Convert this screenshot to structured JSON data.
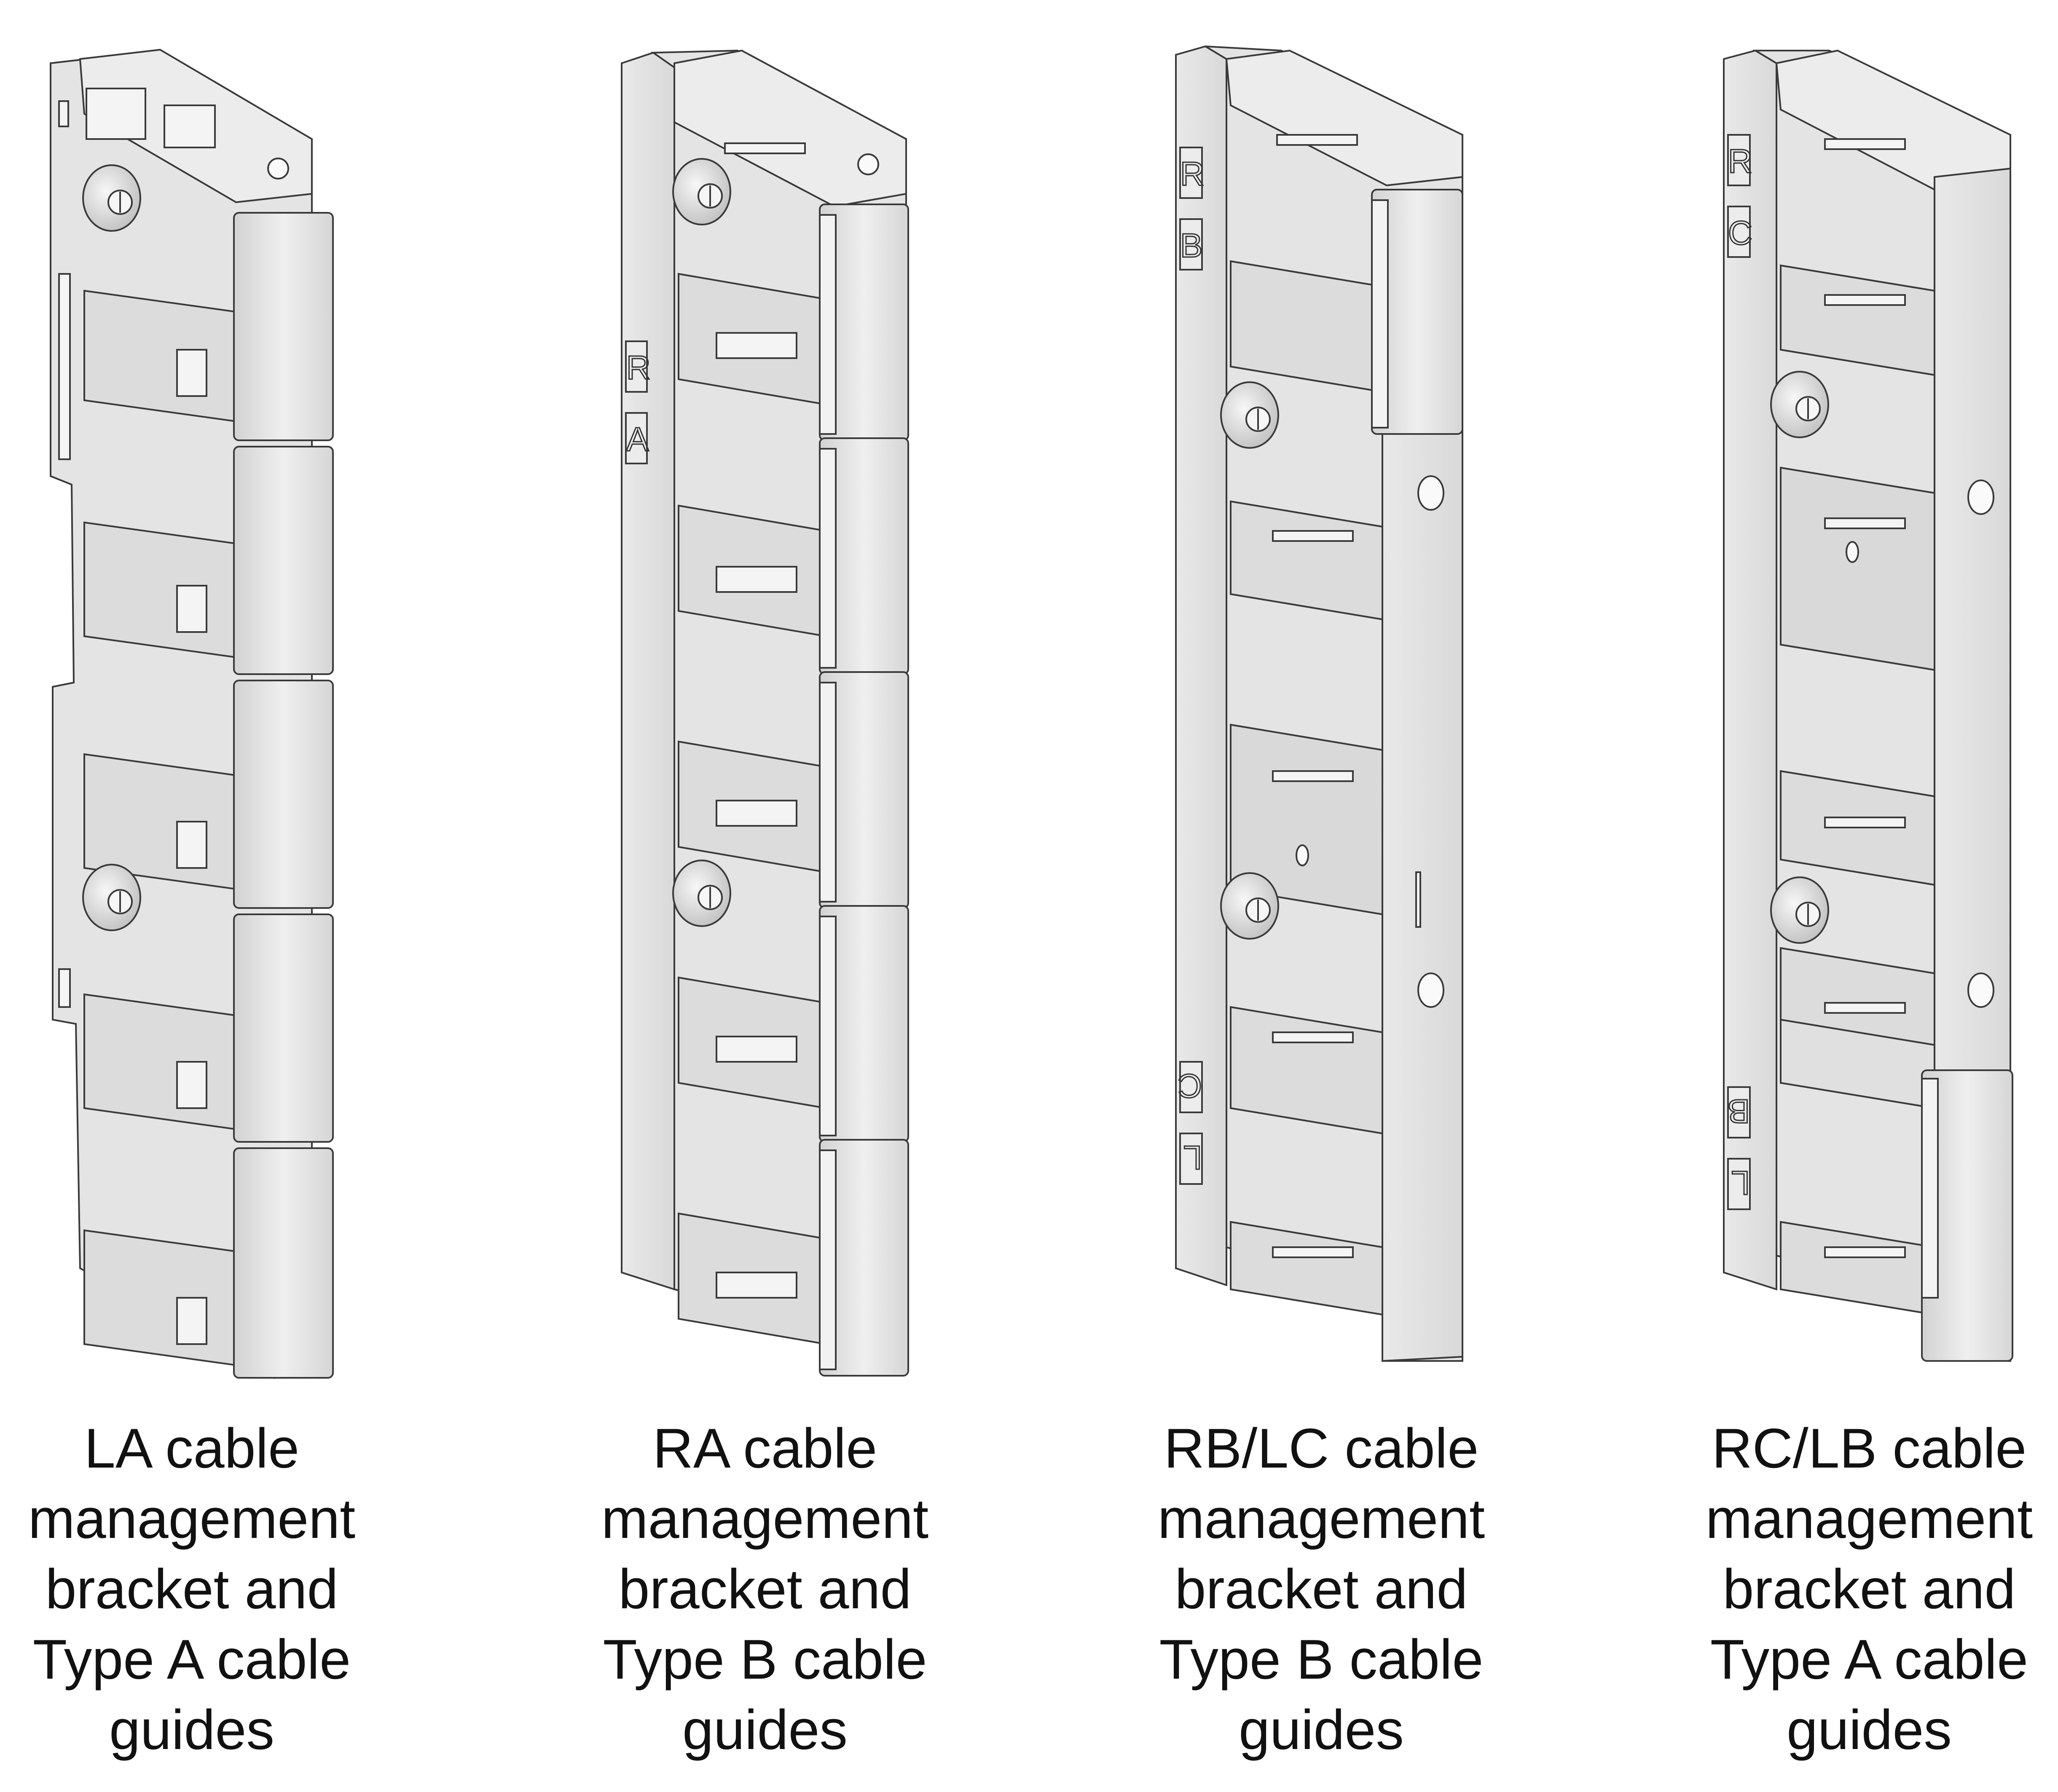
{
  "captions": [
    {
      "line1": "LA cable",
      "line2": "management",
      "line3": "bracket and",
      "line4": "Type A cable",
      "line5": "guides"
    },
    {
      "line1": "RA cable",
      "line2": "management",
      "line3": "bracket and",
      "line4": "Type B cable",
      "line5": "guides"
    },
    {
      "line1": "RB/LC cable",
      "line2": "management",
      "line3": "bracket and",
      "line4": "Type B cable",
      "line5": "guides"
    },
    {
      "line1": "RC/LB cable",
      "line2": "management",
      "line3": "bracket and",
      "line4": "Type A cable",
      "line5": "guides"
    }
  ],
  "embossed_labels": {
    "ra": [
      "R",
      "A"
    ],
    "rb_lc": [
      "R",
      "B",
      "C",
      "L"
    ],
    "rc_lb": [
      "R",
      "C",
      "B",
      "L"
    ]
  },
  "colors": {
    "part_fill": "#e4e4e4",
    "part_shade": "#cfcfcf",
    "outline": "#3a3a3a",
    "text": "#111111"
  }
}
